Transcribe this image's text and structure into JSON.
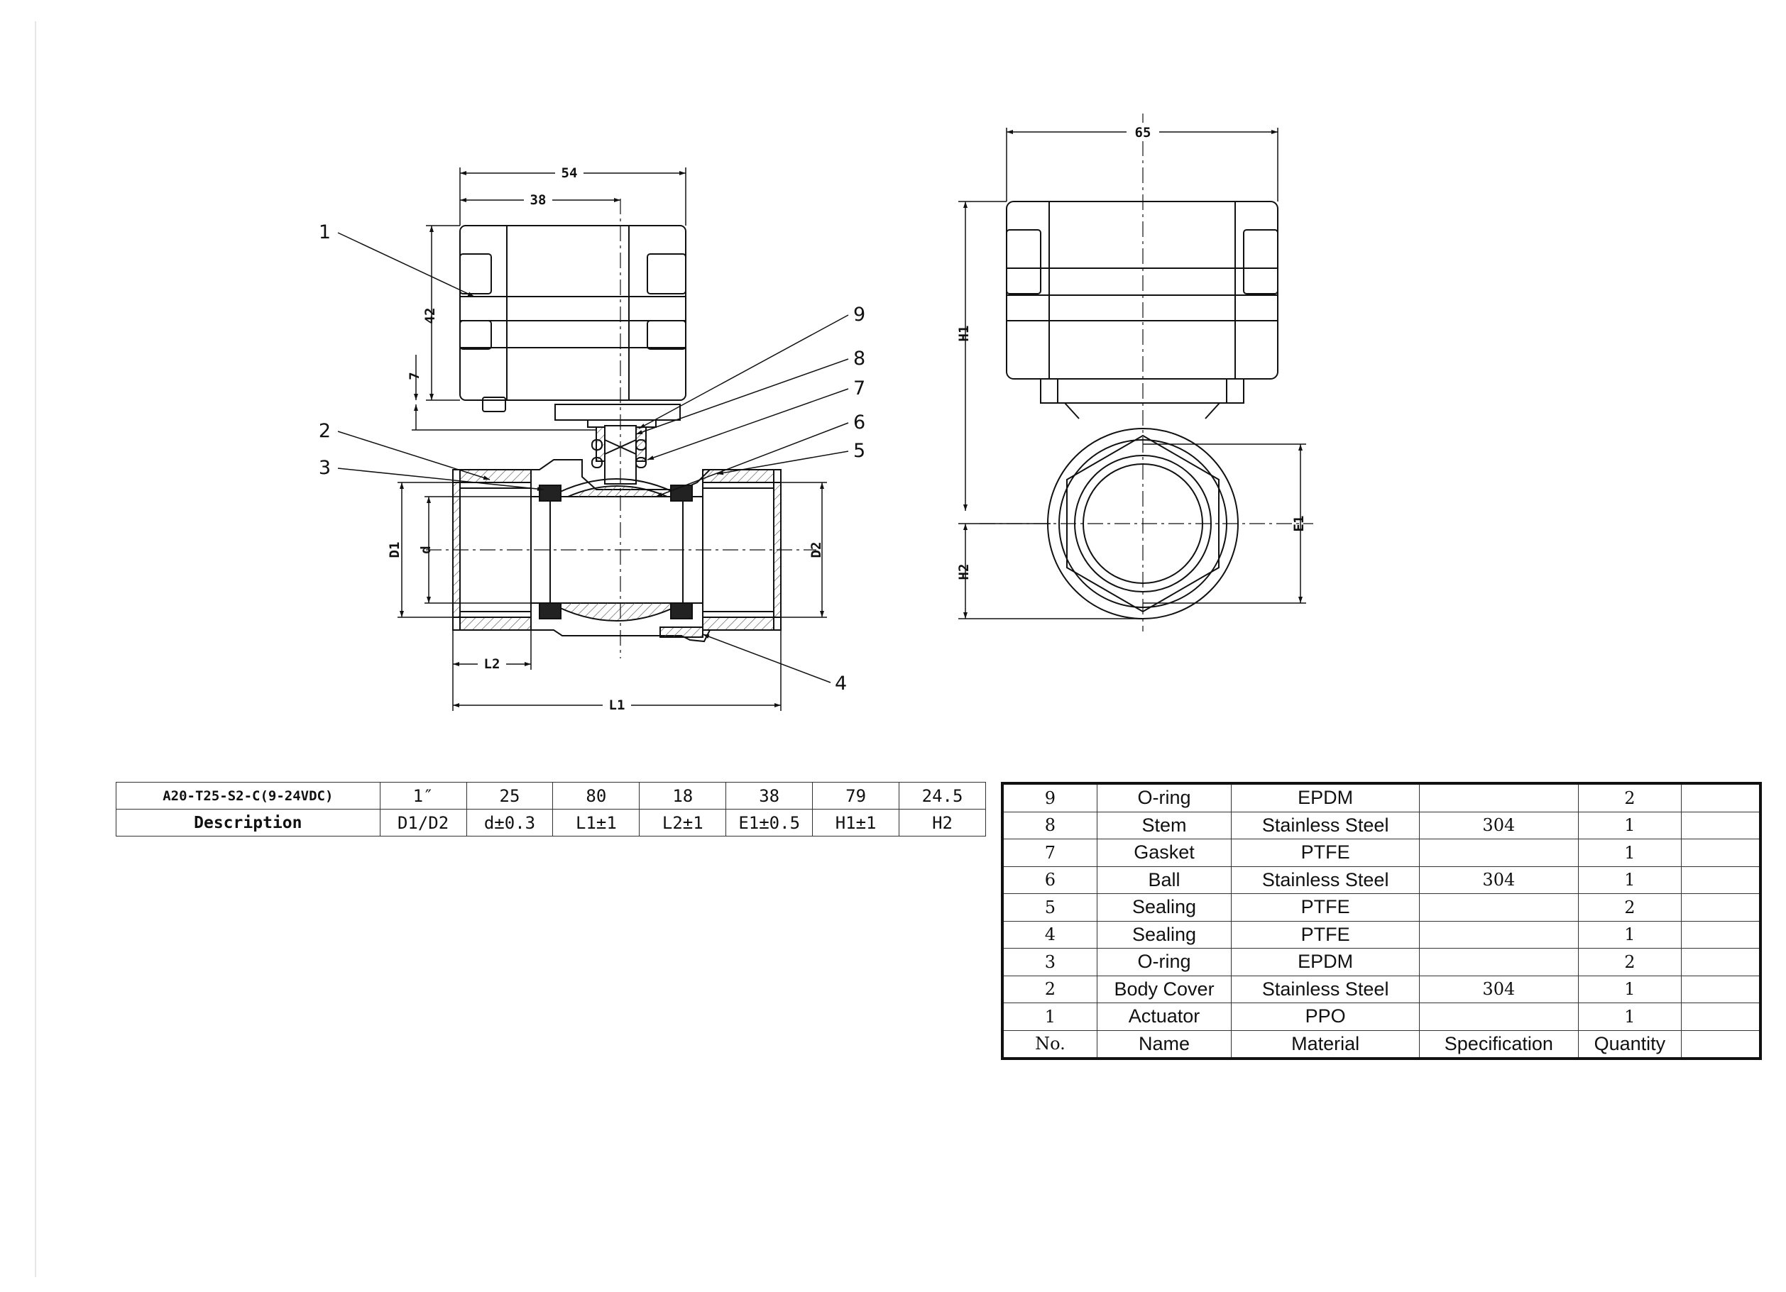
{
  "drawing": {
    "callouts": [
      "1",
      "2",
      "3",
      "4",
      "5",
      "6",
      "7",
      "8",
      "9"
    ],
    "dims": {
      "d54": "54",
      "d38": "38",
      "d42": "42",
      "d7": "7",
      "D1": "D1",
      "d": "d",
      "D2": "D2",
      "L2": "L2",
      "L1": "L1",
      "d65": "65",
      "H1": "H1",
      "H2": "H2",
      "E1": "E1"
    }
  },
  "dim_table": {
    "row1": [
      "A20-T25-S2-C(9-24VDC)",
      "1″",
      "25",
      "80",
      "18",
      "38",
      "79",
      "24.5"
    ],
    "row2": [
      "Description",
      "D1/D2",
      "d±0.3",
      "L1±1",
      "L2±1",
      "E1±0.5",
      "H1±1",
      "H2"
    ]
  },
  "bom": {
    "rows": [
      {
        "no": "9",
        "name": "O-ring",
        "material": "EPDM",
        "spec": "",
        "qty": "2"
      },
      {
        "no": "8",
        "name": "Stem",
        "material": "Stainless Steel",
        "spec": "304",
        "qty": "1"
      },
      {
        "no": "7",
        "name": "Gasket",
        "material": "PTFE",
        "spec": "",
        "qty": "1"
      },
      {
        "no": "6",
        "name": "Ball",
        "material": "Stainless Steel",
        "spec": "304",
        "qty": "1"
      },
      {
        "no": "5",
        "name": "Sealing",
        "material": "PTFE",
        "spec": "",
        "qty": "2"
      },
      {
        "no": "4",
        "name": "Sealing",
        "material": "PTFE",
        "spec": "",
        "qty": "1"
      },
      {
        "no": "3",
        "name": "O-ring",
        "material": "EPDM",
        "spec": "",
        "qty": "2"
      },
      {
        "no": "2",
        "name": "Body Cover",
        "material": "Stainless Steel",
        "spec": "304",
        "qty": "1"
      },
      {
        "no": "1",
        "name": "Actuator",
        "material": "PPO",
        "spec": "",
        "qty": "1"
      }
    ],
    "header": {
      "no": "No.",
      "name": "Name",
      "material": "Material",
      "spec": "Specification",
      "qty": "Quantity"
    }
  }
}
